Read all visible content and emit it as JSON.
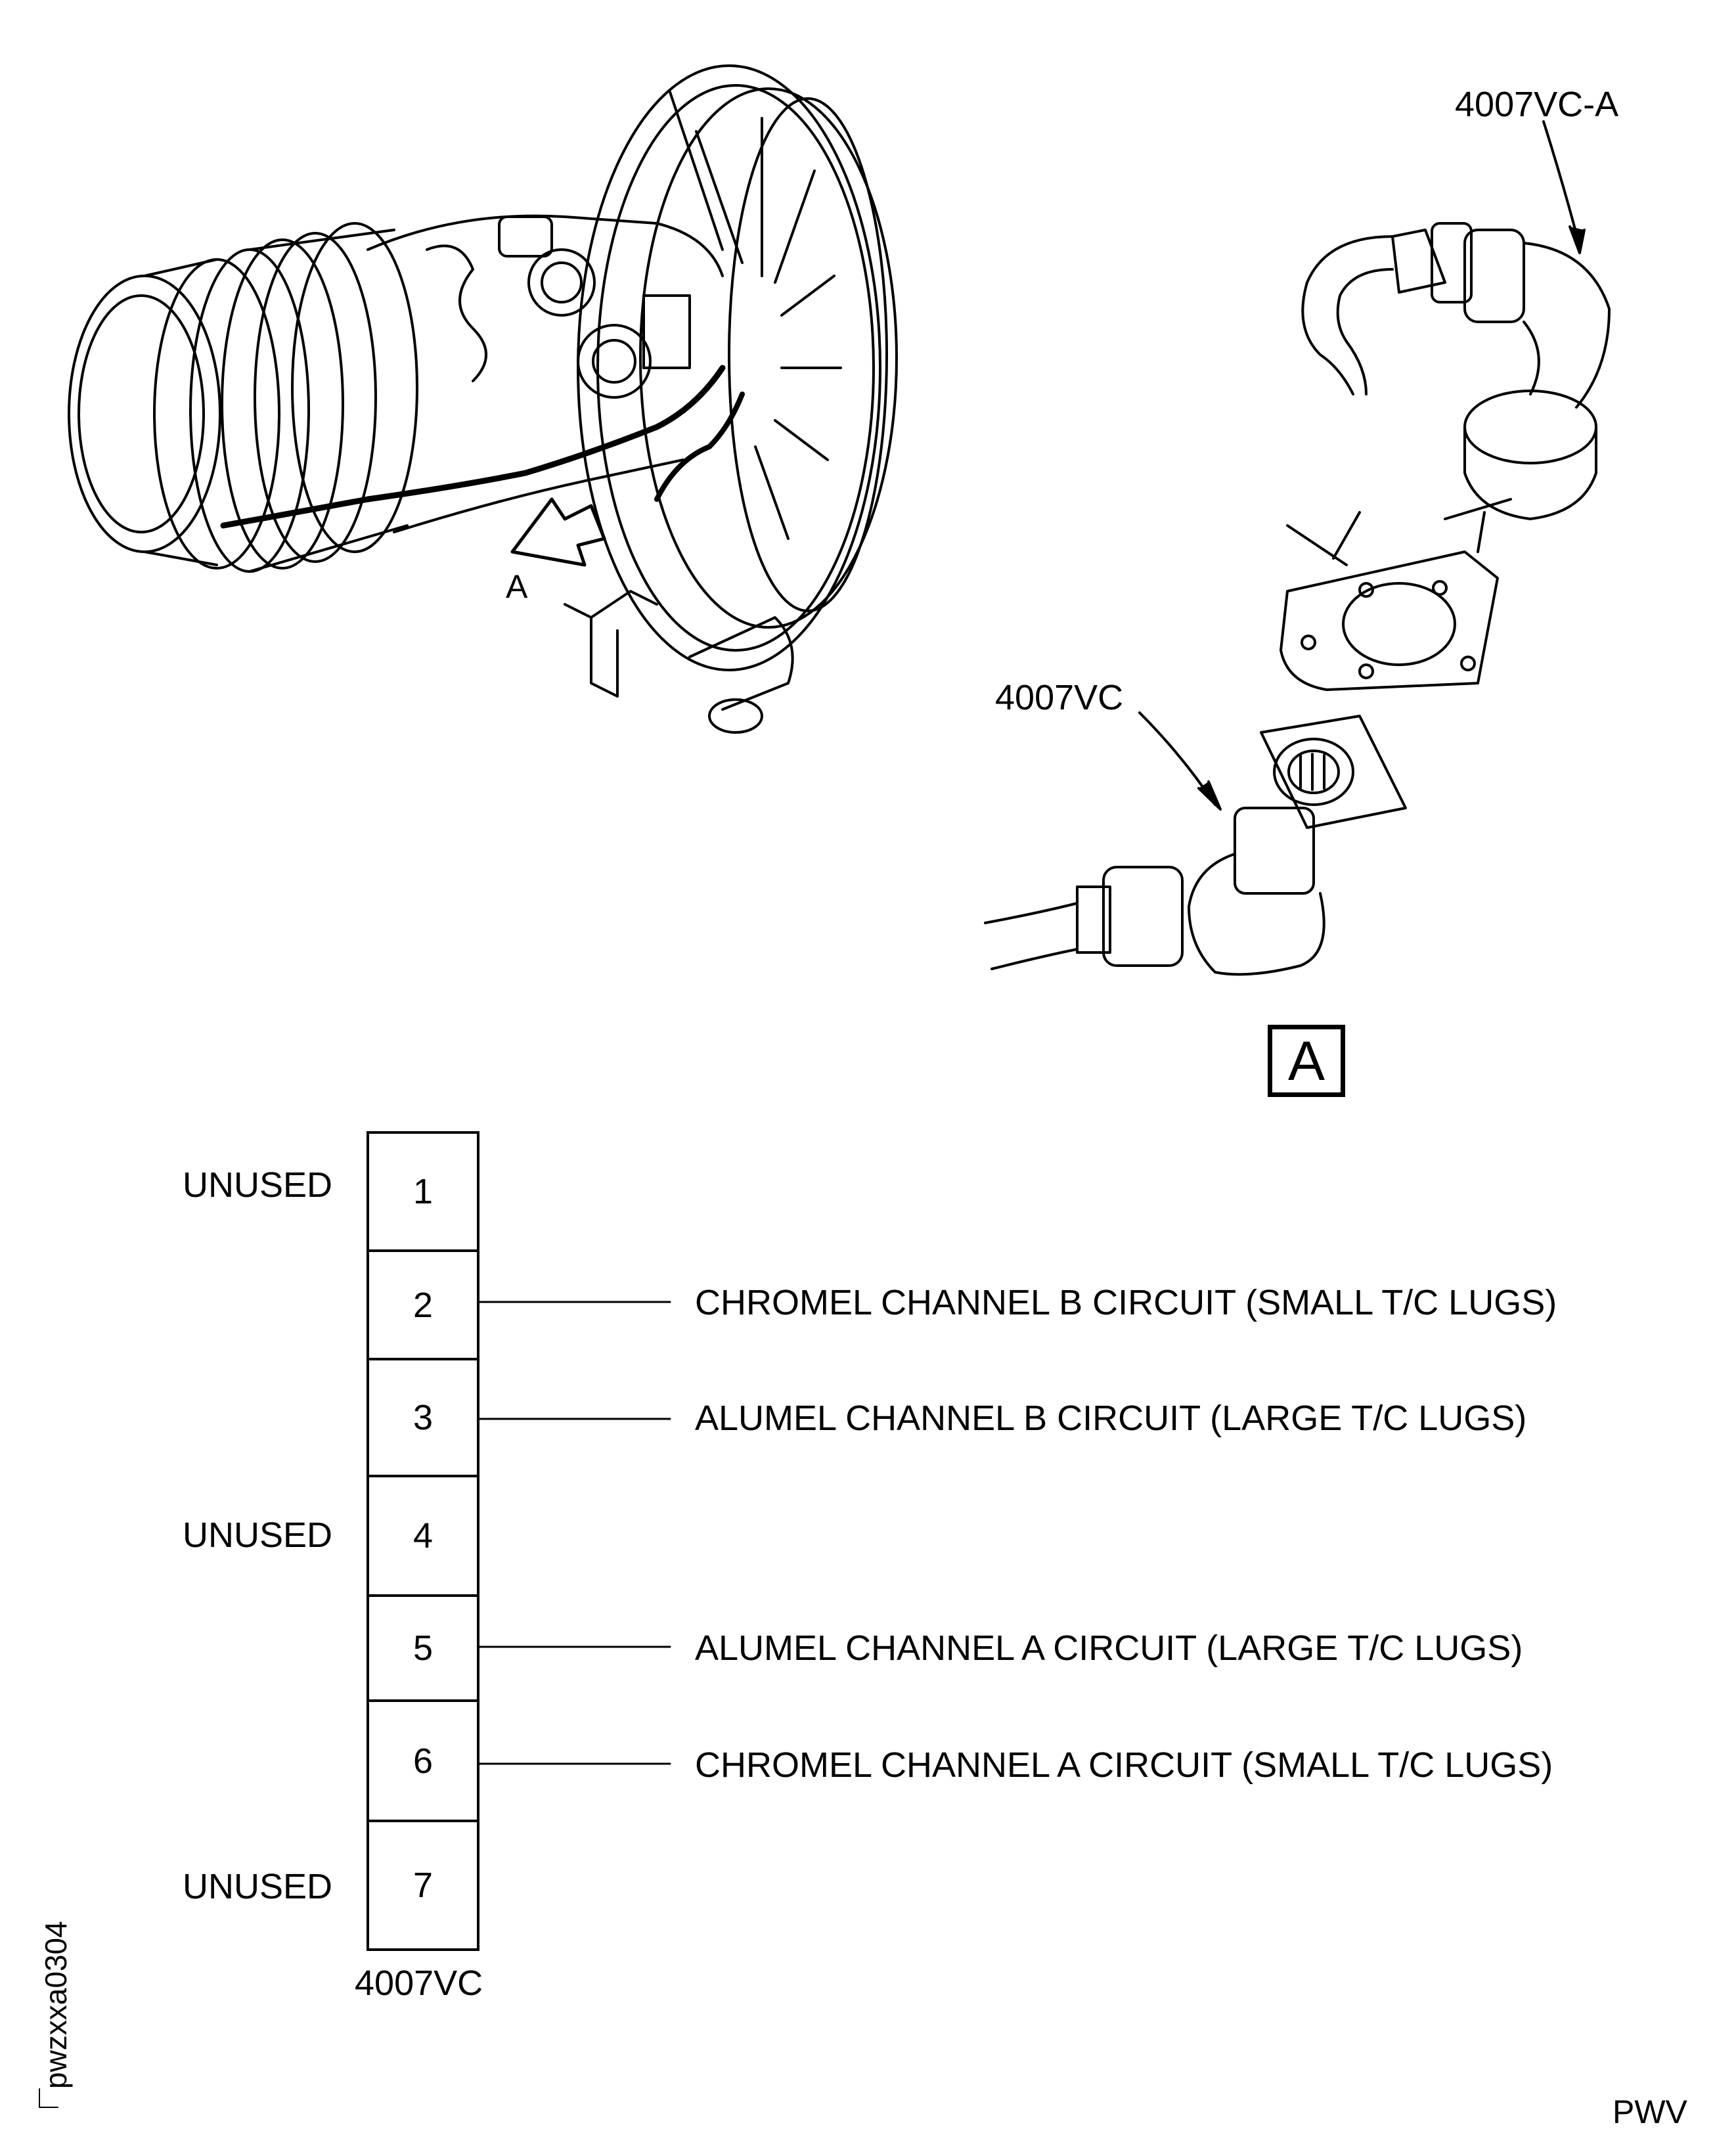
{
  "callouts": {
    "engine_view_ref": "A",
    "connector_top": "4007VC-A",
    "connector_bottom": "4007VC",
    "detail_ref": "A"
  },
  "pinout": {
    "connector_label": "4007VC",
    "pins": [
      {
        "number": "1",
        "side_label": "UNUSED",
        "circuit": ""
      },
      {
        "number": "2",
        "side_label": "",
        "circuit": "CHROMEL CHANNEL B CIRCUIT (SMALL T/C LUGS)"
      },
      {
        "number": "3",
        "side_label": "",
        "circuit": "ALUMEL CHANNEL B CIRCUIT (LARGE T/C LUGS)"
      },
      {
        "number": "4",
        "side_label": "UNUSED",
        "circuit": ""
      },
      {
        "number": "5",
        "side_label": "",
        "circuit": "ALUMEL CHANNEL A CIRCUIT (LARGE T/C LUGS)"
      },
      {
        "number": "6",
        "side_label": "",
        "circuit": "CHROMEL CHANNEL A CIRCUIT (SMALL T/C LUGS)"
      },
      {
        "number": "7",
        "side_label": "UNUSED",
        "circuit": ""
      }
    ]
  },
  "figure_id": "pwzxxa0304",
  "publisher_code": "PWV"
}
